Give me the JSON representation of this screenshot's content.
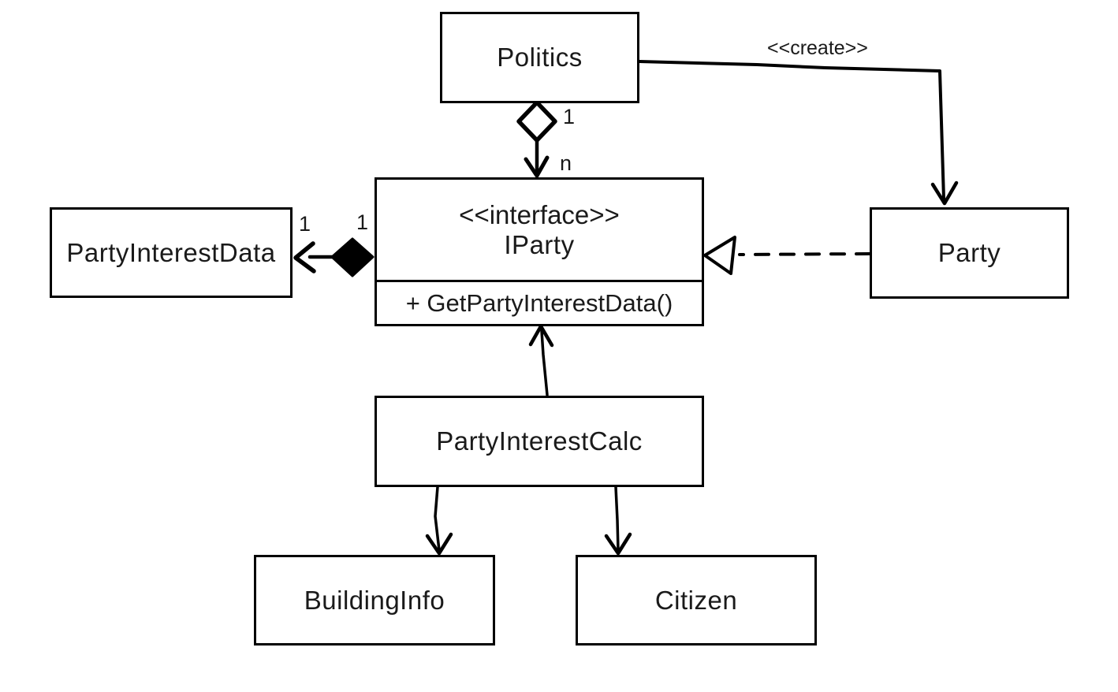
{
  "diagram": {
    "background_color": "#ffffff",
    "stroke_color": "#000000",
    "text_color": "#1a1a1a",
    "nodes": {
      "politics": {
        "name": "Politics"
      },
      "iparty": {
        "stereotype": "<<interface>>",
        "name": "IParty",
        "methods": [
          "+ GetPartyInterestData()"
        ]
      },
      "partyInterestData": {
        "name": "PartyInterestData"
      },
      "party": {
        "name": "Party"
      },
      "partyInterestCalc": {
        "name": "PartyInterestCalc"
      },
      "buildingInfo": {
        "name": "BuildingInfo"
      },
      "citizen": {
        "name": "Citizen"
      }
    },
    "edges": {
      "create": {
        "type": "directed-arrow",
        "from": "Politics",
        "to": "Party",
        "label": "<<create>>"
      },
      "aggregation": {
        "type": "aggregation-hollow-diamond",
        "from": "Politics",
        "to": "IParty",
        "politics_end_multiplicity": "1",
        "iparty_end_multiplicity": "n"
      },
      "composition": {
        "type": "composition-filled-diamond",
        "from": "IParty",
        "to": "PartyInterestData",
        "iparty_end_multiplicity": "1",
        "data_end_multiplicity": "1"
      },
      "realization": {
        "type": "dashed-hollow-triangle",
        "from": "Party",
        "to": "IParty"
      },
      "calc_to_iparty": {
        "type": "directed-arrow",
        "from": "PartyInterestCalc",
        "to": "IParty"
      },
      "calc_to_building_info": {
        "type": "directed-arrow",
        "from": "PartyInterestCalc",
        "to": "BuildingInfo"
      },
      "calc_to_citizen": {
        "type": "directed-arrow",
        "from": "PartyInterestCalc",
        "to": "Citizen"
      }
    }
  }
}
